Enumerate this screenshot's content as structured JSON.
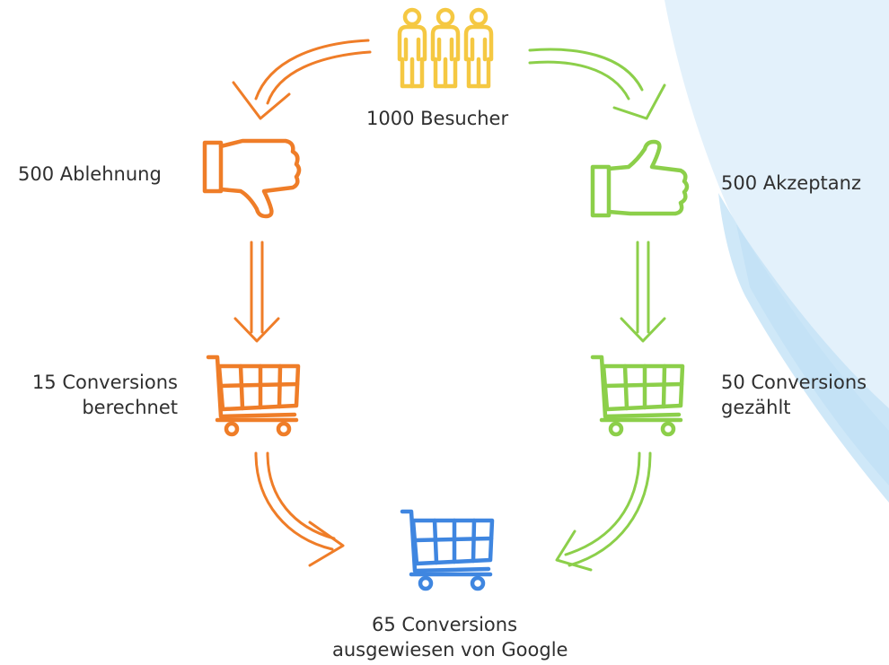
{
  "colors": {
    "visitors": "#f5c842",
    "rejection": "#ef7d28",
    "acceptance": "#8ccf4a",
    "google": "#3f86e0",
    "background_swoosh_light": "#e3f1fb",
    "background_swoosh_dark": "#b9def4"
  },
  "icons": {
    "visitors": "three-people-icon",
    "rejection": "thumbs-down-icon",
    "acceptance": "thumbs-up-icon",
    "rejection_cart": "shopping-cart-icon",
    "acceptance_cart": "shopping-cart-icon",
    "google_cart": "shopping-cart-icon"
  },
  "labels": {
    "visitors": "1000 Besucher",
    "rejection": "500 Ablehnung",
    "acceptance": "500 Akzeptanz",
    "rejection_conversions": [
      "15 Conversions",
      "berechnet"
    ],
    "acceptance_conversions": [
      "50 Conversions",
      "gezählt"
    ],
    "google_conversions": [
      "65 Conversions",
      "ausgewiesen von Google"
    ]
  }
}
